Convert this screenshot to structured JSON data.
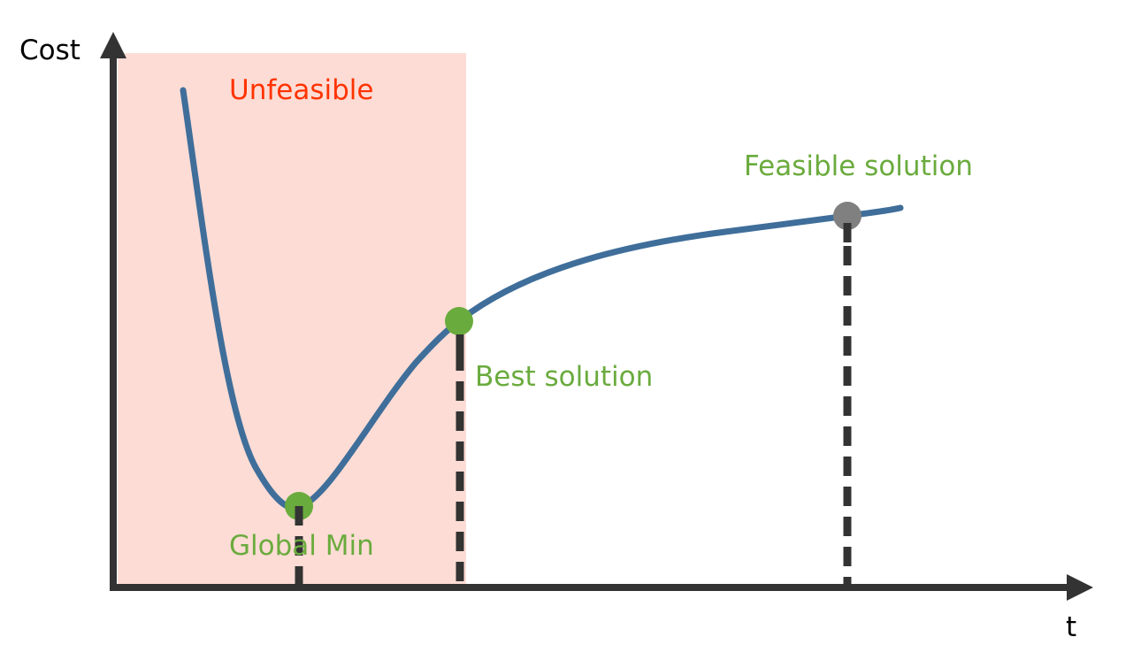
{
  "axes": {
    "y_label": "Cost",
    "x_label": "t"
  },
  "region": {
    "label": "Unfeasible",
    "fill_color": "#fddcd5",
    "label_color": "#ff3300"
  },
  "curve": {
    "color": "#3f6e9a"
  },
  "points": [
    {
      "id": "global-min",
      "label": "Global Min",
      "color": "#6aab3e"
    },
    {
      "id": "best-solution",
      "label": "Best solution",
      "color": "#6aab3e"
    },
    {
      "id": "feasible-solution",
      "label": "Feasible solution",
      "marker_color": "#808080",
      "label_color": "#6aab3e"
    }
  ],
  "colors": {
    "axis": "#333333",
    "dash": "#333333"
  }
}
